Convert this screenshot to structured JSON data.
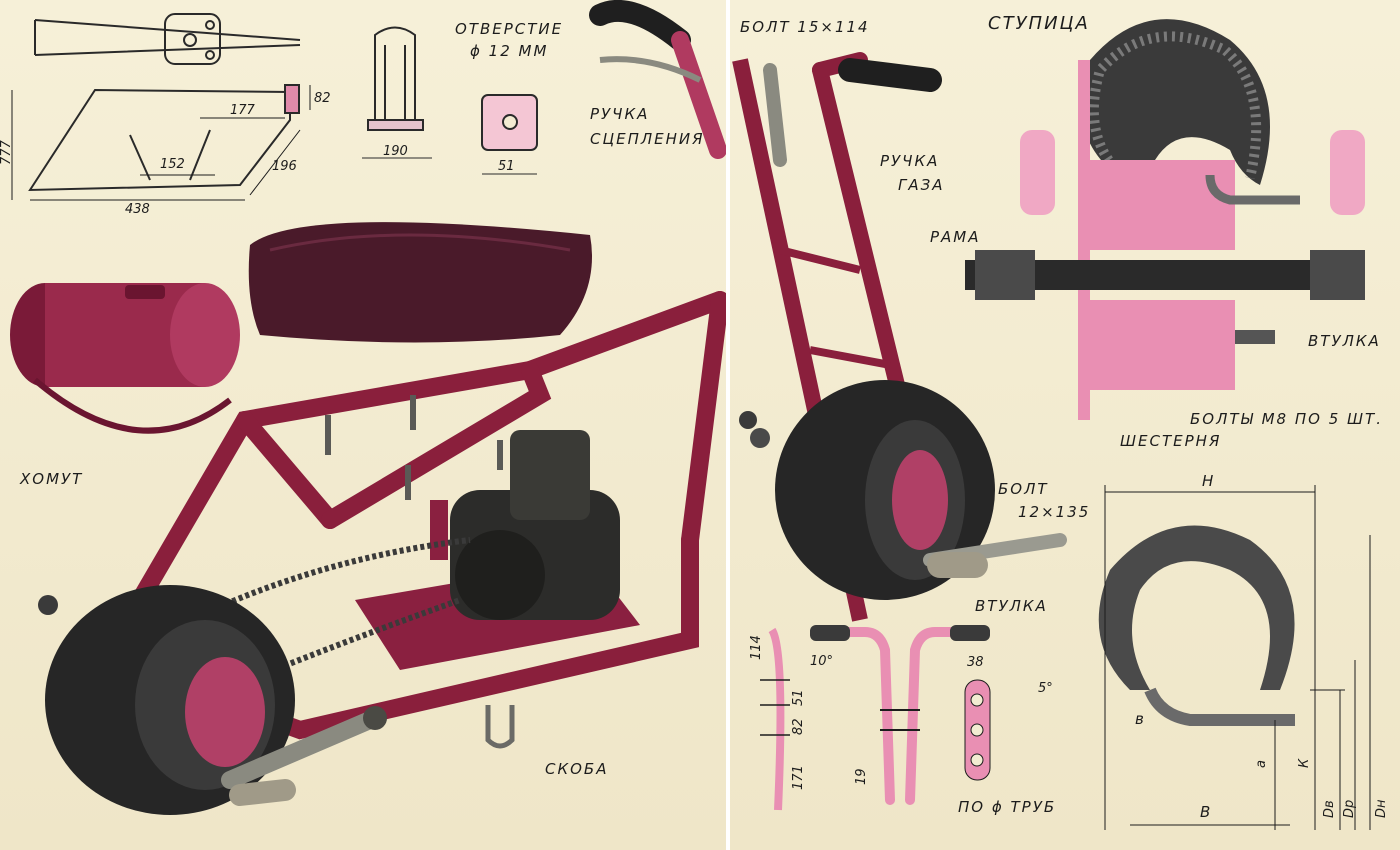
{
  "labels": {
    "hole": "ОТВЕРСТИЕ",
    "hole_size": "ϕ 12 ММ",
    "clutch_handle": "РУЧКА",
    "clutch_handle_2": "СЦЕПЛЕНИЯ",
    "clamp": "ХОМУТ",
    "bracket": "СКОБА",
    "bolt_top": "БОЛТ 15×114",
    "throttle": "РУЧКА",
    "throttle_2": "ГАЗА",
    "hub": "СТУПИЦА",
    "frame": "РАМА",
    "bushing": "ВТУЛКА",
    "bolts_m8": "БОЛТЫ М8 ПО 5 ШТ.",
    "gear": "ШЕСТЕРНЯ",
    "bolt_lower": "БОЛТ",
    "bolt_lower_size": "12×135",
    "bushing_lower": "ВТУЛКА",
    "pipe_dia": "ПО ϕ ТРУБ"
  },
  "dims": {
    "d177": "177",
    "d82": "82",
    "d777": "777",
    "d196": "196",
    "d152": "152",
    "d438": "438",
    "d190": "190",
    "d51": "51",
    "d114": "114",
    "d10": "10°",
    "d51b": "51",
    "d82b": "82",
    "d171": "171",
    "d19": "19",
    "d38": "38",
    "tH": "Н",
    "t5": "5°",
    "tb": "в",
    "tB": "В",
    "ta": "а",
    "tK": "К",
    "tDv": "Dв",
    "tDr": "Dр",
    "tDn": "Dн"
  },
  "colors": {
    "frame": "#8a1f3c",
    "frame_dark": "#5a1028",
    "pink": "#e98fb3",
    "tire": "#262626",
    "paper": "#f3ecd2",
    "seat": "#4a1a2a"
  }
}
